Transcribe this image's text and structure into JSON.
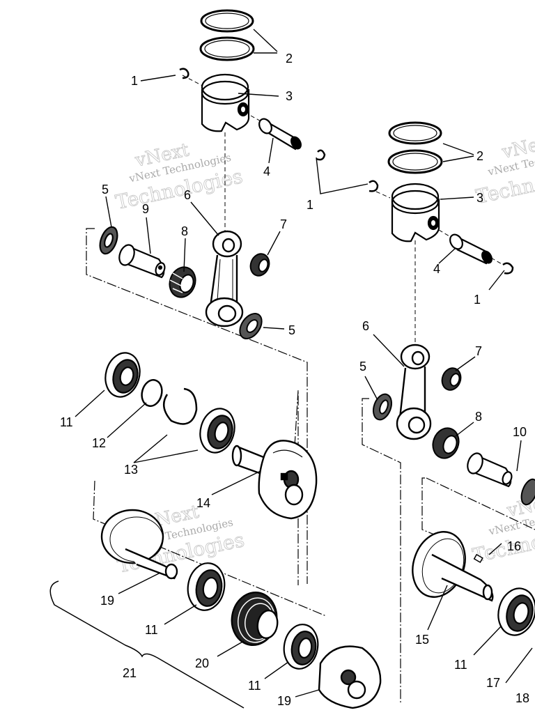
{
  "watermark": {
    "line1": "vNext",
    "line2": "vNext Technologies",
    "line3": "Technologies"
  },
  "callouts": [
    {
      "id": "c1a",
      "text": "1"
    },
    {
      "id": "c2a",
      "text": "2"
    },
    {
      "id": "c3a",
      "text": "3"
    },
    {
      "id": "c4a",
      "text": "4"
    },
    {
      "id": "c5a",
      "text": "5"
    },
    {
      "id": "c9",
      "text": "9"
    },
    {
      "id": "c6a",
      "text": "6"
    },
    {
      "id": "c8a",
      "text": "8"
    },
    {
      "id": "c7a",
      "text": "7"
    },
    {
      "id": "c5b",
      "text": "5"
    },
    {
      "id": "c2b",
      "text": "2"
    },
    {
      "id": "c3b",
      "text": "3"
    },
    {
      "id": "c1b",
      "text": "1"
    },
    {
      "id": "c4b",
      "text": "4"
    },
    {
      "id": "c1c",
      "text": "1"
    },
    {
      "id": "c6b",
      "text": "6"
    },
    {
      "id": "c7b",
      "text": "7"
    },
    {
      "id": "c5c",
      "text": "5"
    },
    {
      "id": "c8b",
      "text": "8"
    },
    {
      "id": "c10",
      "text": "10"
    },
    {
      "id": "c11a",
      "text": "11"
    },
    {
      "id": "c12",
      "text": "12"
    },
    {
      "id": "c13",
      "text": "13"
    },
    {
      "id": "c14",
      "text": "14"
    },
    {
      "id": "c16",
      "text": "16"
    },
    {
      "id": "c19a",
      "text": "19"
    },
    {
      "id": "c11b",
      "text": "11"
    },
    {
      "id": "c20",
      "text": "20"
    },
    {
      "id": "c15",
      "text": "15"
    },
    {
      "id": "c21",
      "text": "21"
    },
    {
      "id": "c11c",
      "text": "11"
    },
    {
      "id": "c11d",
      "text": "11"
    },
    {
      "id": "c17",
      "text": "17"
    },
    {
      "id": "c19b",
      "text": "19"
    },
    {
      "id": "c18",
      "text": "18"
    }
  ]
}
